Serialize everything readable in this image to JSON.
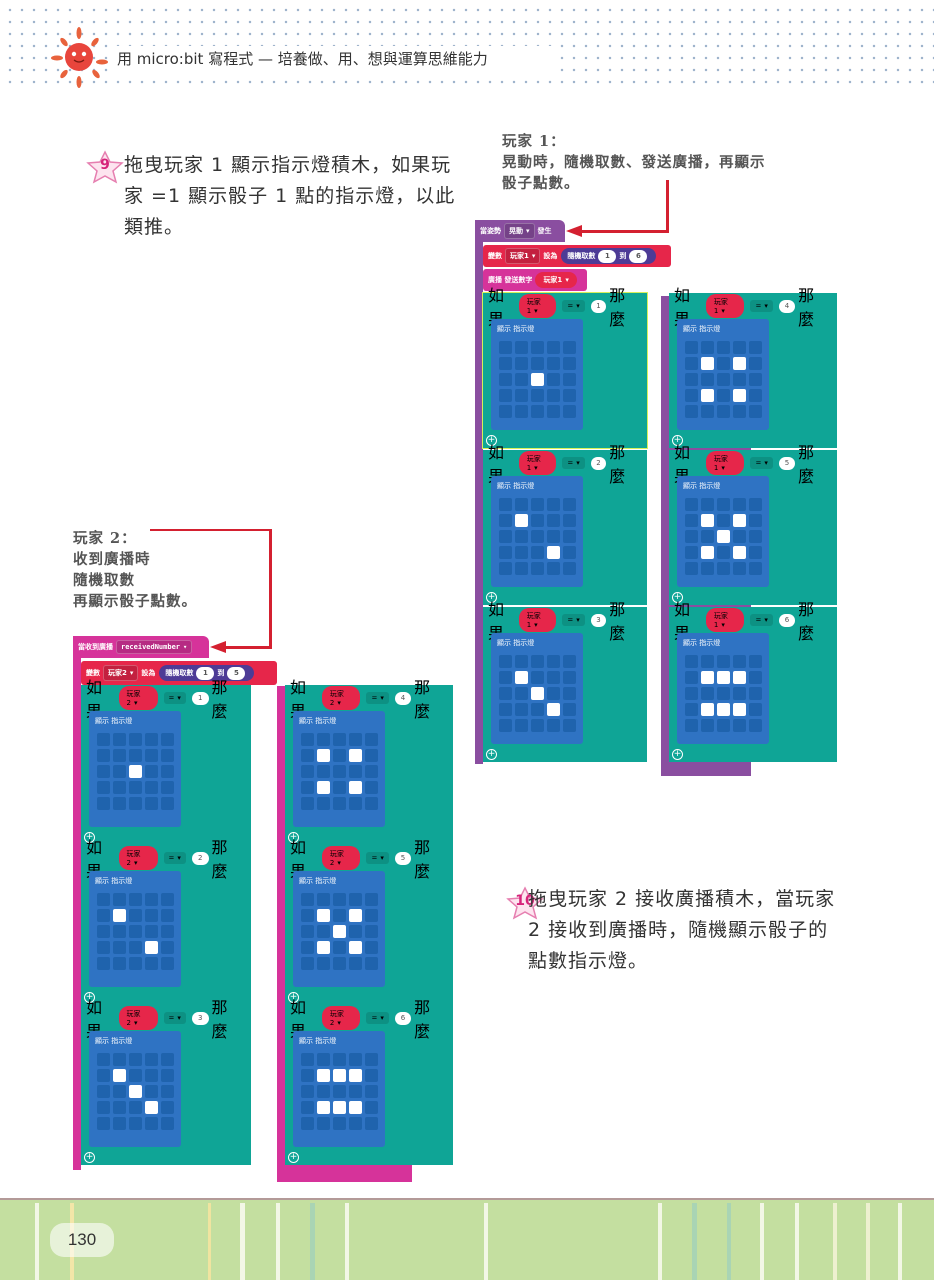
{
  "header": {
    "book_title": "用 micro:bit 寫程式 — 培養做、用、想與運算思維能力"
  },
  "steps": [
    {
      "number": "9",
      "text": "拖曳玩家 1 顯示指示燈積木，如果玩家 =1 顯示骰子 1 點的指示燈，以此類推。"
    },
    {
      "number": "10",
      "text": "拖曳玩家 2 接收廣播積木，當玩家 2 接收到廣播時，隨機顯示骰子的點數指示燈。"
    }
  ],
  "captions": {
    "player1": {
      "title": "玩家 1：",
      "line1": "晃動時，隨機取數、發送廣播，再顯示",
      "line2": "骰子點數。"
    },
    "player2": {
      "title": "玩家 2：",
      "line1": "收到廣播時",
      "line2": "隨機取數",
      "line3": "再顯示骰子點數。"
    }
  },
  "player1_program": {
    "hat": {
      "label": "當姿勢",
      "gesture": "晃動",
      "suffix": "發生"
    },
    "set_var": {
      "label": "變數",
      "var": "玩家1",
      "op": "設為",
      "random_label": "隨機取數",
      "from": "1",
      "to_label": "到",
      "to": "6"
    },
    "broadcast": {
      "label": "廣播 發送數字",
      "var": "玩家1"
    },
    "if_blocks": [
      {
        "if_label": "如果",
        "var": "玩家1",
        "op": "=",
        "value": "1",
        "then_label": "那麼",
        "show_label": "顯示 指示燈",
        "leds": [
          0,
          0,
          0,
          0,
          0,
          0,
          0,
          0,
          0,
          0,
          0,
          0,
          1,
          0,
          0,
          0,
          0,
          0,
          0,
          0,
          0,
          0,
          0,
          0,
          0
        ]
      },
      {
        "if_label": "如果",
        "var": "玩家1",
        "op": "=",
        "value": "2",
        "then_label": "那麼",
        "show_label": "顯示 指示燈",
        "leds": [
          0,
          0,
          0,
          0,
          0,
          0,
          1,
          0,
          0,
          0,
          0,
          0,
          0,
          0,
          0,
          0,
          0,
          0,
          1,
          0,
          0,
          0,
          0,
          0,
          0
        ]
      },
      {
        "if_label": "如果",
        "var": "玩家1",
        "op": "=",
        "value": "3",
        "then_label": "那麼",
        "show_label": "顯示 指示燈",
        "leds": [
          0,
          0,
          0,
          0,
          0,
          0,
          1,
          0,
          0,
          0,
          0,
          0,
          1,
          0,
          0,
          0,
          0,
          0,
          1,
          0,
          0,
          0,
          0,
          0,
          0
        ]
      },
      {
        "if_label": "如果",
        "var": "玩家1",
        "op": "=",
        "value": "4",
        "then_label": "那麼",
        "show_label": "顯示 指示燈",
        "leds": [
          0,
          0,
          0,
          0,
          0,
          0,
          1,
          0,
          1,
          0,
          0,
          0,
          0,
          0,
          0,
          0,
          1,
          0,
          1,
          0,
          0,
          0,
          0,
          0,
          0
        ]
      },
      {
        "if_label": "如果",
        "var": "玩家1",
        "op": "=",
        "value": "5",
        "then_label": "那麼",
        "show_label": "顯示 指示燈",
        "leds": [
          0,
          0,
          0,
          0,
          0,
          0,
          1,
          0,
          1,
          0,
          0,
          0,
          1,
          0,
          0,
          0,
          1,
          0,
          1,
          0,
          0,
          0,
          0,
          0,
          0
        ]
      },
      {
        "if_label": "如果",
        "var": "玩家1",
        "op": "=",
        "value": "6",
        "then_label": "那麼",
        "show_label": "顯示 指示燈",
        "leds": [
          0,
          0,
          0,
          0,
          0,
          0,
          1,
          1,
          1,
          0,
          0,
          0,
          0,
          0,
          0,
          0,
          1,
          1,
          1,
          0,
          0,
          0,
          0,
          0,
          0
        ]
      }
    ]
  },
  "player2_program": {
    "hat": {
      "label": "當收到廣播",
      "param": "receivedNumber"
    },
    "set_var": {
      "label": "變數",
      "var": "玩家2",
      "op": "設為",
      "random_label": "隨機取數",
      "from": "1",
      "to_label": "到",
      "to": "5"
    },
    "if_blocks": [
      {
        "if_label": "如果",
        "var": "玩家2",
        "op": "=",
        "value": "1",
        "then_label": "那麼",
        "show_label": "顯示 指示燈",
        "leds": [
          0,
          0,
          0,
          0,
          0,
          0,
          0,
          0,
          0,
          0,
          0,
          0,
          1,
          0,
          0,
          0,
          0,
          0,
          0,
          0,
          0,
          0,
          0,
          0,
          0
        ]
      },
      {
        "if_label": "如果",
        "var": "玩家2",
        "op": "=",
        "value": "2",
        "then_label": "那麼",
        "show_label": "顯示 指示燈",
        "leds": [
          0,
          0,
          0,
          0,
          0,
          0,
          1,
          0,
          0,
          0,
          0,
          0,
          0,
          0,
          0,
          0,
          0,
          0,
          1,
          0,
          0,
          0,
          0,
          0,
          0
        ]
      },
      {
        "if_label": "如果",
        "var": "玩家2",
        "op": "=",
        "value": "3",
        "then_label": "那麼",
        "show_label": "顯示 指示燈",
        "leds": [
          0,
          0,
          0,
          0,
          0,
          0,
          1,
          0,
          0,
          0,
          0,
          0,
          1,
          0,
          0,
          0,
          0,
          0,
          1,
          0,
          0,
          0,
          0,
          0,
          0
        ]
      },
      {
        "if_label": "如果",
        "var": "玩家2",
        "op": "=",
        "value": "4",
        "then_label": "那麼",
        "show_label": "顯示 指示燈",
        "leds": [
          0,
          0,
          0,
          0,
          0,
          0,
          1,
          0,
          1,
          0,
          0,
          0,
          0,
          0,
          0,
          0,
          1,
          0,
          1,
          0,
          0,
          0,
          0,
          0,
          0
        ]
      },
      {
        "if_label": "如果",
        "var": "玩家2",
        "op": "=",
        "value": "5",
        "then_label": "那麼",
        "show_label": "顯示 指示燈",
        "leds": [
          0,
          0,
          0,
          0,
          0,
          0,
          1,
          0,
          1,
          0,
          0,
          0,
          1,
          0,
          0,
          0,
          1,
          0,
          1,
          0,
          0,
          0,
          0,
          0,
          0
        ]
      },
      {
        "if_label": "如果",
        "var": "玩家2",
        "op": "=",
        "value": "6",
        "then_label": "那麼",
        "show_label": "顯示 指示燈",
        "leds": [
          0,
          0,
          0,
          0,
          0,
          0,
          1,
          1,
          1,
          0,
          0,
          0,
          0,
          0,
          0,
          0,
          1,
          1,
          1,
          0,
          0,
          0,
          0,
          0,
          0
        ]
      }
    ]
  },
  "colors": {
    "hat_purple": "#8a4ea0",
    "hat_magenta": "#d6339a",
    "variable_red": "#e6264a",
    "random_indigo": "#4d3b96",
    "logic_teal": "#0fa596",
    "basic_blue": "#2f73c3",
    "arrow_red": "#d42030",
    "footer_green": "#c4dfa0"
  },
  "footer": {
    "page_number": "130"
  }
}
